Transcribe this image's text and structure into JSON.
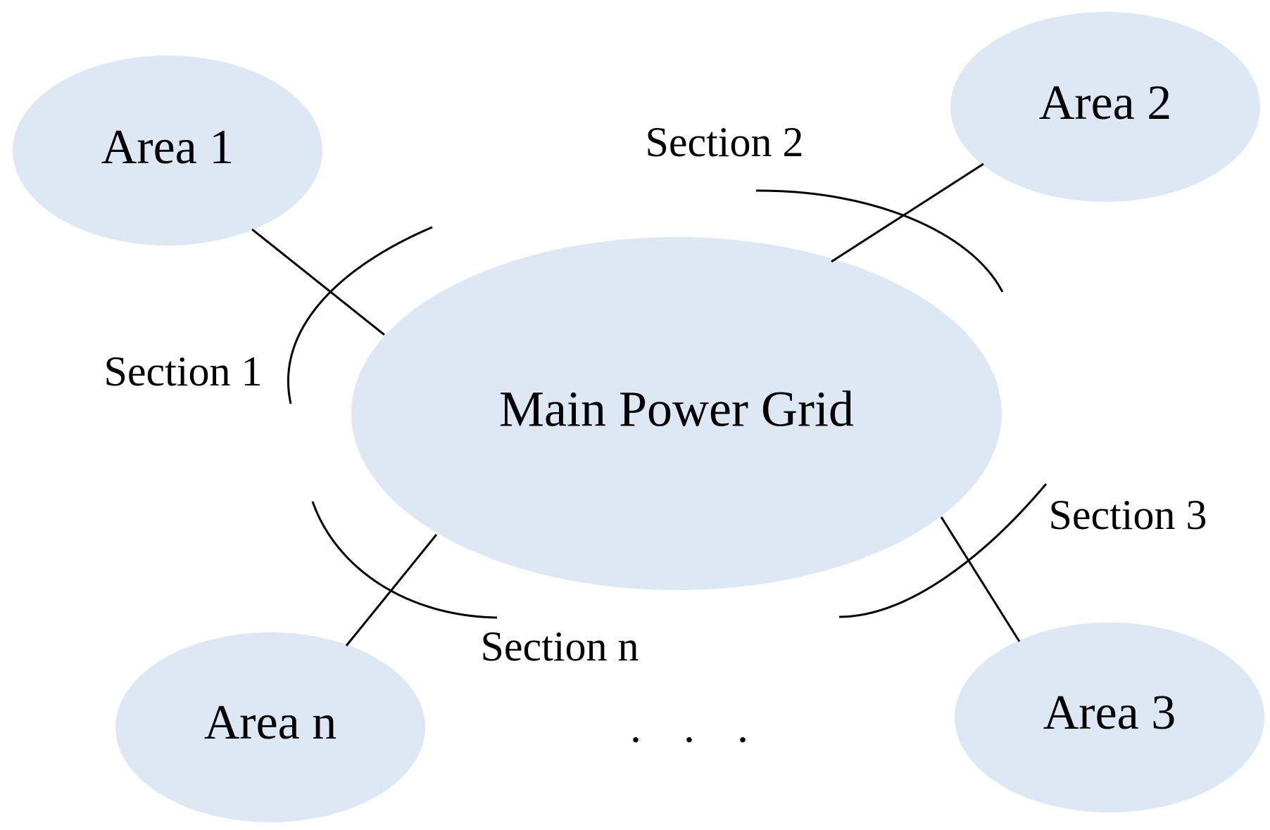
{
  "colors": {
    "node_fill": "#dde8f4",
    "line": "#000000",
    "text": "#000000",
    "background": "#ffffff"
  },
  "main_grid": {
    "label": "Main Power Grid"
  },
  "areas": [
    {
      "id": "area-1",
      "label": "Area 1"
    },
    {
      "id": "area-2",
      "label": "Area 2"
    },
    {
      "id": "area-3",
      "label": "Area 3"
    },
    {
      "id": "area-n",
      "label": "Area n"
    }
  ],
  "sections": [
    {
      "id": "section-1",
      "label": "Section 1"
    },
    {
      "id": "section-2",
      "label": "Section 2"
    },
    {
      "id": "section-3",
      "label": "Section 3"
    },
    {
      "id": "section-n",
      "label": "Section n"
    }
  ],
  "ellipsis": ". . ."
}
